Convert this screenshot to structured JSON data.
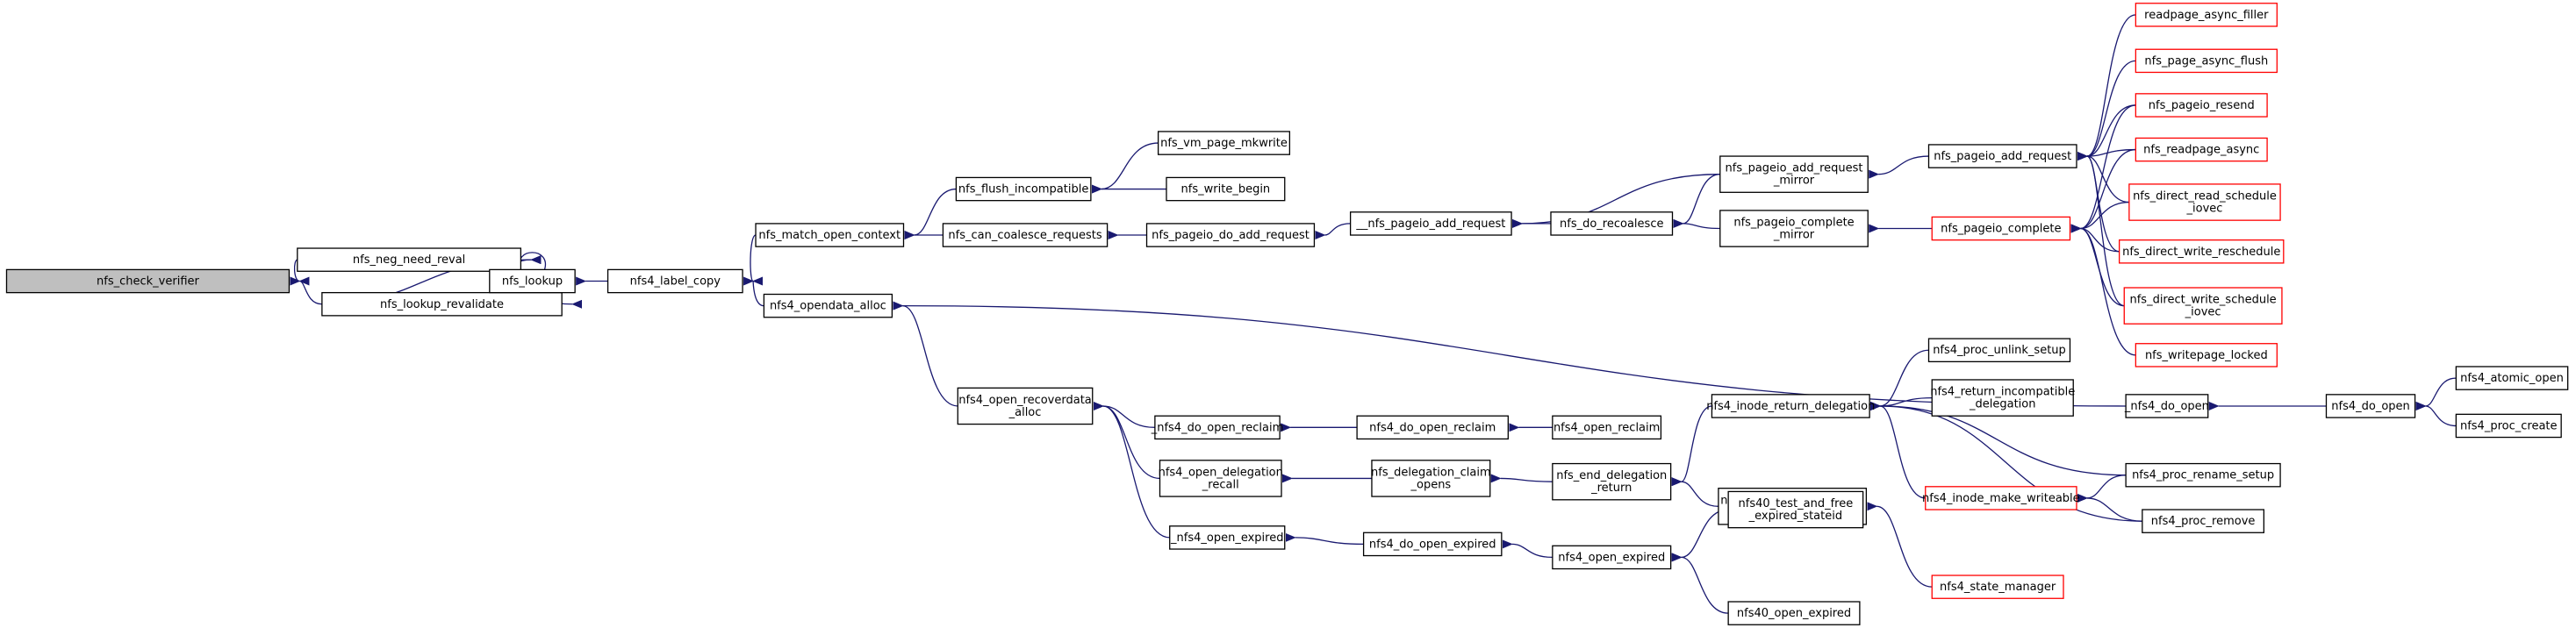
{
  "graph": {
    "root": "nfs_check_verifier",
    "colors": {
      "edge": "#191970",
      "root_fill": "#bfbfbf",
      "node_border": "#000000",
      "truncated_border": "#ff0000",
      "background": "#ffffff"
    },
    "nodes": {
      "n1": {
        "lines": [
          "nfs_check_verifier"
        ],
        "style": "root"
      },
      "n2": {
        "lines": [
          "nfs_neg_need_reval"
        ],
        "style": "normal"
      },
      "n3": {
        "lines": [
          "nfs_lookup_revalidate"
        ],
        "style": "normal"
      },
      "n4": {
        "lines": [
          "nfs_lookup"
        ],
        "style": "normal"
      },
      "n5": {
        "lines": [
          "nfs4_label_copy"
        ],
        "style": "normal"
      },
      "n6": {
        "lines": [
          "nfs_match_open_context"
        ],
        "style": "normal"
      },
      "n7": {
        "lines": [
          "nfs4_opendata_alloc"
        ],
        "style": "normal"
      },
      "n8": {
        "lines": [
          "nfs_flush_incompatible"
        ],
        "style": "normal"
      },
      "n9": {
        "lines": [
          "nfs_can_coalesce_requests"
        ],
        "style": "normal"
      },
      "n10": {
        "lines": [
          "nfs_vm_page_mkwrite"
        ],
        "style": "normal"
      },
      "n11": {
        "lines": [
          "nfs_write_begin"
        ],
        "style": "normal"
      },
      "n12": {
        "lines": [
          "nfs_pageio_do_add_request"
        ],
        "style": "normal"
      },
      "n13": {
        "lines": [
          "__nfs_pageio_add_request"
        ],
        "style": "normal"
      },
      "n14": {
        "lines": [
          "nfs_do_recoalesce"
        ],
        "style": "normal"
      },
      "n15": {
        "lines": [
          "nfs_pageio_add_request",
          "_mirror"
        ],
        "style": "normal"
      },
      "n16": {
        "lines": [
          "nfs_pageio_complete",
          "_mirror"
        ],
        "style": "normal"
      },
      "n17": {
        "lines": [
          "nfs_pageio_add_request"
        ],
        "style": "normal"
      },
      "n18": {
        "lines": [
          "nfs_pageio_complete"
        ],
        "style": "truncated"
      },
      "n19": {
        "lines": [
          "readpage_async_filler"
        ],
        "style": "truncated"
      },
      "n20": {
        "lines": [
          "nfs_page_async_flush"
        ],
        "style": "truncated"
      },
      "n21": {
        "lines": [
          "nfs_pageio_resend"
        ],
        "style": "truncated"
      },
      "n22": {
        "lines": [
          "nfs_readpage_async"
        ],
        "style": "truncated"
      },
      "n23": {
        "lines": [
          "nfs_direct_read_schedule",
          "_iovec"
        ],
        "style": "truncated"
      },
      "n24": {
        "lines": [
          "nfs_direct_write_reschedule"
        ],
        "style": "truncated"
      },
      "n25": {
        "lines": [
          "nfs_direct_write_schedule",
          "_iovec"
        ],
        "style": "truncated"
      },
      "n26": {
        "lines": [
          "nfs_writepage_locked"
        ],
        "style": "truncated"
      },
      "n27": {
        "lines": [
          "nfs4_open_recoverdata",
          "_alloc"
        ],
        "style": "normal"
      },
      "n28": {
        "lines": [
          "_nfs4_do_open_reclaim"
        ],
        "style": "normal"
      },
      "n29": {
        "lines": [
          "nfs4_open_delegation",
          "_recall"
        ],
        "style": "normal"
      },
      "n30": {
        "lines": [
          "_nfs4_open_expired"
        ],
        "style": "normal"
      },
      "n31": {
        "lines": [
          "nfs4_do_open_reclaim"
        ],
        "style": "normal"
      },
      "n32": {
        "lines": [
          "nfs4_open_reclaim"
        ],
        "style": "normal"
      },
      "n33": {
        "lines": [
          "nfs_delegation_claim",
          "_opens"
        ],
        "style": "normal"
      },
      "n34": {
        "lines": [
          "nfs_end_delegation",
          "_return"
        ],
        "style": "normal"
      },
      "n35": {
        "lines": [
          "nfs4_inode_return_delegation"
        ],
        "style": "normal"
      },
      "n36": {
        "lines": [
          "nfs_client_return_marked",
          "_delegations"
        ],
        "style": "normal"
      },
      "n37": {
        "lines": [
          "nfs4_state_manager"
        ],
        "style": "truncated"
      },
      "n38": {
        "lines": [
          "nfs4_do_open_expired"
        ],
        "style": "normal"
      },
      "n39": {
        "lines": [
          "nfs4_open_expired"
        ],
        "style": "normal"
      },
      "n40": {
        "lines": [
          "nfs40_test_and_free",
          "_expired_stateid"
        ],
        "style": "normal"
      },
      "n41": {
        "lines": [
          "nfs40_open_expired"
        ],
        "style": "normal"
      },
      "n42": {
        "lines": [
          "nfs4_proc_unlink_setup"
        ],
        "style": "normal"
      },
      "n43": {
        "lines": [
          "nfs4_return_incompatible",
          "_delegation"
        ],
        "style": "normal"
      },
      "n44": {
        "lines": [
          "nfs4_inode_make_writeable"
        ],
        "style": "truncated"
      },
      "n45": {
        "lines": [
          "_nfs4_do_open"
        ],
        "style": "normal"
      },
      "n46": {
        "lines": [
          "nfs4_do_open"
        ],
        "style": "normal"
      },
      "n47": {
        "lines": [
          "nfs4_atomic_open"
        ],
        "style": "normal"
      },
      "n48": {
        "lines": [
          "nfs4_proc_create"
        ],
        "style": "normal"
      },
      "n49": {
        "lines": [
          "nfs4_proc_rename_setup"
        ],
        "style": "normal"
      },
      "n50": {
        "lines": [
          "nfs4_proc_remove"
        ],
        "style": "normal"
      }
    },
    "edges": [
      [
        "n2",
        "n1"
      ],
      [
        "n3",
        "n1"
      ],
      [
        "n3",
        "n2"
      ],
      [
        "n4",
        "n2"
      ],
      [
        "n4",
        "n3"
      ],
      [
        "n4",
        "n4"
      ],
      [
        "n5",
        "n4"
      ],
      [
        "n6",
        "n5"
      ],
      [
        "n7",
        "n5"
      ],
      [
        "n8",
        "n6"
      ],
      [
        "n9",
        "n6"
      ],
      [
        "n10",
        "n8"
      ],
      [
        "n11",
        "n8"
      ],
      [
        "n12",
        "n9"
      ],
      [
        "n13",
        "n12"
      ],
      [
        "n14",
        "n13"
      ],
      [
        "n15",
        "n13"
      ],
      [
        "n15",
        "n14"
      ],
      [
        "n16",
        "n14"
      ],
      [
        "n17",
        "n15"
      ],
      [
        "n18",
        "n16"
      ],
      [
        "n19",
        "n17"
      ],
      [
        "n20",
        "n17"
      ],
      [
        "n21",
        "n17"
      ],
      [
        "n22",
        "n17"
      ],
      [
        "n23",
        "n17"
      ],
      [
        "n24",
        "n17"
      ],
      [
        "n25",
        "n17"
      ],
      [
        "n21",
        "n18"
      ],
      [
        "n22",
        "n18"
      ],
      [
        "n23",
        "n18"
      ],
      [
        "n24",
        "n18"
      ],
      [
        "n25",
        "n18"
      ],
      [
        "n26",
        "n18"
      ],
      [
        "n27",
        "n7"
      ],
      [
        "n45",
        "n7"
      ],
      [
        "n28",
        "n27"
      ],
      [
        "n29",
        "n27"
      ],
      [
        "n30",
        "n27"
      ],
      [
        "n31",
        "n28"
      ],
      [
        "n32",
        "n31"
      ],
      [
        "n33",
        "n29"
      ],
      [
        "n34",
        "n33"
      ],
      [
        "n35",
        "n34"
      ],
      [
        "n36",
        "n34"
      ],
      [
        "n37",
        "n36"
      ],
      [
        "n38",
        "n30"
      ],
      [
        "n39",
        "n38"
      ],
      [
        "n40",
        "n39"
      ],
      [
        "n41",
        "n39"
      ],
      [
        "n42",
        "n35"
      ],
      [
        "n43",
        "n35"
      ],
      [
        "n44",
        "n35"
      ],
      [
        "n49",
        "n35"
      ],
      [
        "n50",
        "n35"
      ],
      [
        "n49",
        "n44"
      ],
      [
        "n50",
        "n44"
      ],
      [
        "n46",
        "n45"
      ],
      [
        "n47",
        "n46"
      ],
      [
        "n48",
        "n46"
      ]
    ]
  }
}
